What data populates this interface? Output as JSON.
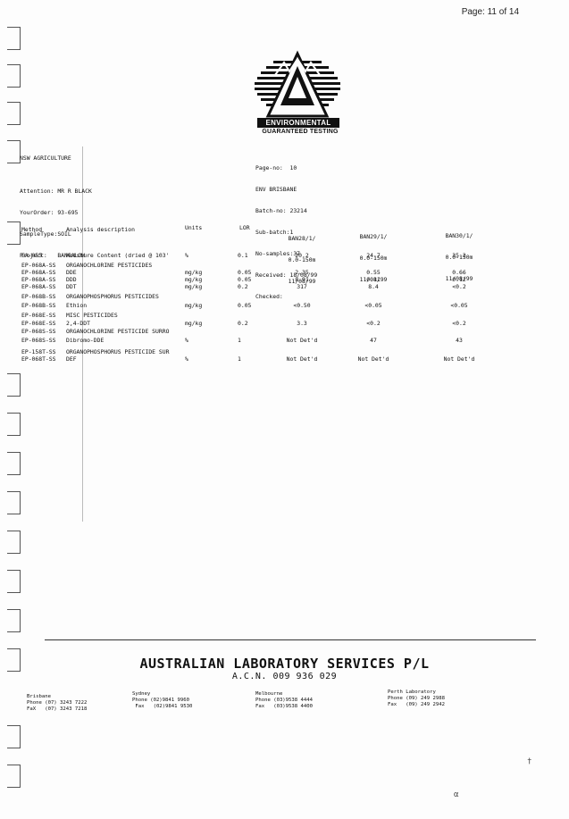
{
  "page_number": "Page: 11 of 14",
  "logo": {
    "banner": "ENVIRONMENTAL",
    "subtitle": "GUARANTEED TESTING"
  },
  "client": {
    "name": "NSW AGRICULTURE",
    "attention": "Attention: MR R BLACK",
    "your_order": "YourOrder: 93-695",
    "sample_type": "SampleType:SOIL",
    "project": "Project:   BANGALOW"
  },
  "batch": {
    "page_no": "Page-no:  10",
    "lab": "ENV BRISBANE",
    "batch_no": "Batch-no: 23214",
    "sub_batch": "Sub-batch:1",
    "no_samples": "No-samples:37",
    "received": "Received: 18/08/99",
    "checked": "Checked:"
  },
  "table": {
    "headers": {
      "method": "Method",
      "analysis": "Analysis description",
      "units": "Units",
      "lor": "LOR",
      "s1": [
        "BAN28/1/",
        "0.0-150m",
        "11/08/99"
      ],
      "s2": [
        "BAN29/1/",
        "0.0-150m",
        "11/08/99"
      ],
      "s3": [
        "BAN30/1/",
        "0.0-150m",
        "11/08/99"
      ]
    },
    "rows": [
      {
        "method": "EA-055",
        "desc": "Moisture Content (dried @ 103'",
        "units": "%",
        "lor": "0.1",
        "v1": "20.2",
        "v2": "24.7",
        "v3": "35.3"
      },
      {
        "method": "EP-068A-SS",
        "desc": "ORGANOCHLORINE PESTICIDES",
        "units": "",
        "lor": "",
        "v1": "",
        "v2": "",
        "v3": ""
      },
      {
        "method": "EP-068A-SS",
        "desc": "DDE",
        "units": "mg/kg",
        "lor": "0.05",
        "v1": "2.35",
        "v2": "0.55",
        "v3": "0.66"
      },
      {
        "method": "EP-068A-SS",
        "desc": "DDD",
        "units": "mg/kg",
        "lor": "0.05",
        "v1": "8.91",
        "v2": "0.11",
        "v3": "0.12"
      },
      {
        "method": "EP-068A-SS",
        "desc": "DDT",
        "units": "mg/kg",
        "lor": "0.2",
        "v1": "317",
        "v2": "8.4",
        "v3": "<0.2"
      },
      {
        "method": "EP-068B-SS",
        "desc": "ORGANOPHOSPHORUS PESTICIDES",
        "units": "",
        "lor": "",
        "v1": "",
        "v2": "",
        "v3": ""
      },
      {
        "method": "EP-068B-SS",
        "desc": "Ethion",
        "units": "mg/kg",
        "lor": "0.05",
        "v1": "<0.50",
        "v2": "<0.05",
        "v3": "<0.05"
      },
      {
        "method": "EP-068E-SS",
        "desc": "MISC PESTICIDES",
        "units": "",
        "lor": "",
        "v1": "",
        "v2": "",
        "v3": ""
      },
      {
        "method": "EP-068E-SS",
        "desc": "2,4-DDT",
        "units": "mg/kg",
        "lor": "0.2",
        "v1": "3.3",
        "v2": "<0.2",
        "v3": "<0.2"
      },
      {
        "method": "EP-068S-SS",
        "desc": "ORGANOCHLORINE PESTICIDE SURRO",
        "units": "",
        "lor": "",
        "v1": "",
        "v2": "",
        "v3": ""
      },
      {
        "method": "EP-068S-SS",
        "desc": "Dibromo-DDE",
        "units": "%",
        "lor": "1",
        "v1": "Not Det'd",
        "v2": "47",
        "v3": "43"
      },
      {
        "method": "EP-158T-SS",
        "desc": "ORGANOPHOSPHORUS PESTICIDE SUR",
        "units": "",
        "lor": "",
        "v1": "",
        "v2": "",
        "v3": ""
      },
      {
        "method": "EP-068T-SS",
        "desc": "DEF",
        "units": "%",
        "lor": "1",
        "v1": "Not Det'd",
        "v2": "Not Det'd",
        "v3": "Not Det'd"
      }
    ]
  },
  "footer": {
    "company": "AUSTRALIAN LABORATORY SERVICES P/L",
    "acn": "A.C.N. 009 936 029",
    "offices": [
      {
        "city": "Brisbane",
        "phone": "Phone (07) 3243 7222",
        "fax": "FaX   (07) 3243 7218"
      },
      {
        "city": "Sydney",
        "phone": "Phone (02)9841 9960",
        "fax": " Fax   (02)9841 9530"
      },
      {
        "city": "Melbourne",
        "phone": "Phone (03)9538 4444",
        "fax": "Fax   (03)9538 4400"
      },
      {
        "city": "Perth Laboratory",
        "phone": "Phone (09) 249 2988",
        "fax": "Fax   (09) 249 2942"
      }
    ]
  }
}
